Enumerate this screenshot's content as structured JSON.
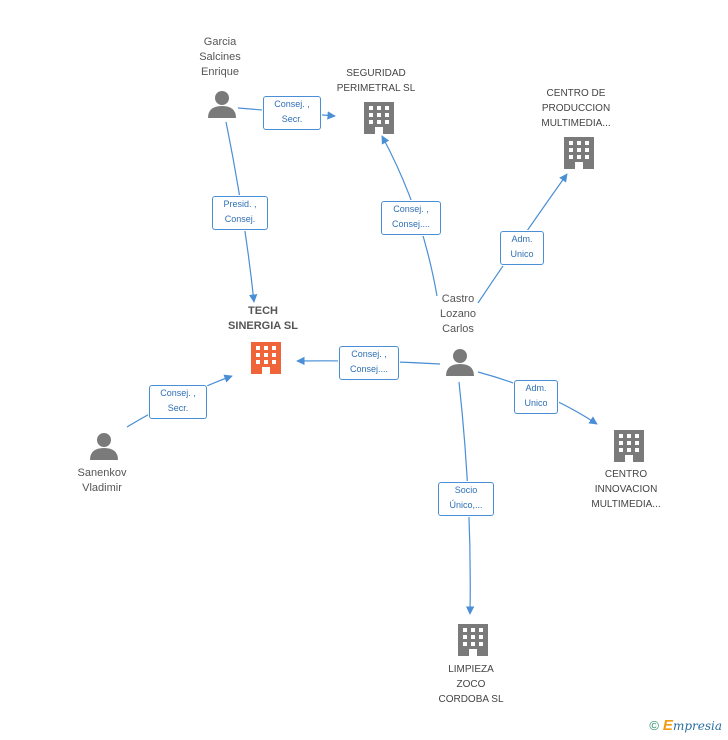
{
  "nodes": {
    "garcia": {
      "label": "Garcia\nSalcines\nEnrique"
    },
    "seguridad": {
      "label": "SEGURIDAD\nPERIMETRAL SL"
    },
    "centro_produccion": {
      "label": "CENTRO DE\nPRODUCCION\nMULTIMEDIA..."
    },
    "tech": {
      "label": "TECH\nSINERGIA SL"
    },
    "castro": {
      "label": "Castro\nLozano\nCarlos"
    },
    "sanenkov": {
      "label": "Sanenkov\nVladimir"
    },
    "centro_innovacion": {
      "label": "CENTRO\nINNOVACION\nMULTIMEDIA..."
    },
    "limpieza": {
      "label": "LIMPIEZA\nZOCO\nCORDOBA SL"
    }
  },
  "edges": {
    "garcia_seguridad": "Consej. ,\nSecr.",
    "garcia_tech": "Presid. ,\nConsej.",
    "castro_seguridad": "Consej. ,\nConsej....",
    "castro_centro_produccion": "Adm.\nUnico",
    "castro_tech": "Consej. ,\nConsej....",
    "sanenkov_tech": "Consej. ,\nSecr.",
    "castro_centro_innovacion": "Adm.\nUnico",
    "castro_limpieza": "Socio\nÚnico,..."
  },
  "colors": {
    "edge": "#4a8fd6",
    "person_icon": "#7a7a7a",
    "company_icon": "#7a7a7a",
    "focus_company_icon": "#f0643a"
  },
  "footer": {
    "copyright": "©",
    "brand_initial": "E",
    "brand_rest": "mpresia"
  }
}
